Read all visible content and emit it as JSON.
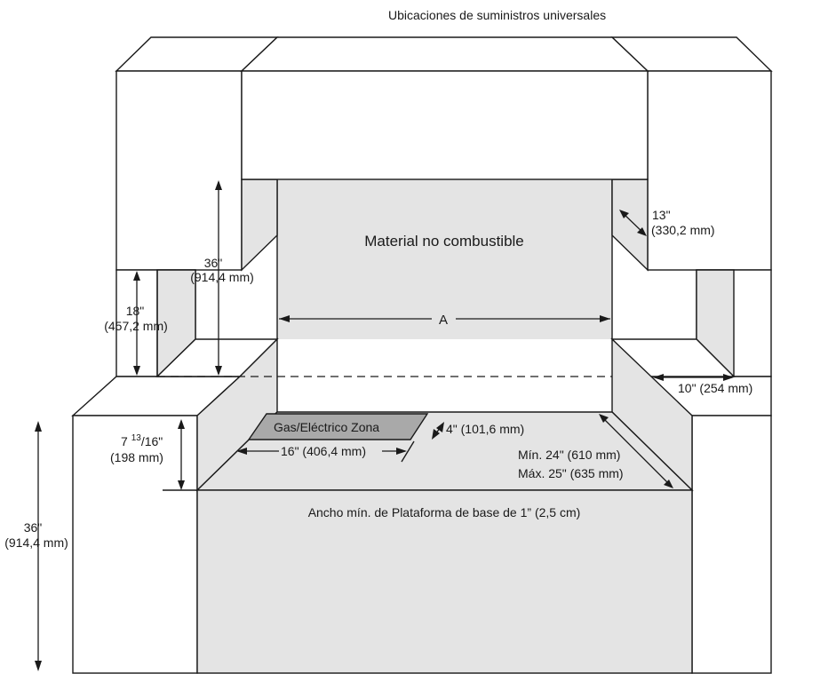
{
  "title": "Ubicaciones de suministros universales",
  "labels": {
    "material": "Material no combustible",
    "a": "A",
    "zone": "Gas/Eléctrico Zona",
    "platform": "Ancho mín. de Plataforma de base de 1” (2,5 cm)"
  },
  "dims": {
    "hood_height_in": "36\"",
    "hood_height_mm": "(914,4 mm)",
    "side_height_in": "18\"",
    "side_height_mm": "(457,2 mm)",
    "depth_in": "13\"",
    "depth_mm": "(330,2 mm)",
    "side_width": "10\" (254 mm)",
    "zone_height_whole": "7 ",
    "zone_height_num": "13",
    "zone_height_den": "/16\"",
    "zone_height_mm": "(198 mm)",
    "zone_width": "16\" (406,4 mm)",
    "zone_depth": "4\" (101,6 mm)",
    "min_depth": "Mín. 24\" (610 mm)",
    "max_depth": "Máx. 25\" (635 mm)",
    "counter_height_in": "36\"",
    "counter_height_mm": "(914,4 mm)"
  }
}
